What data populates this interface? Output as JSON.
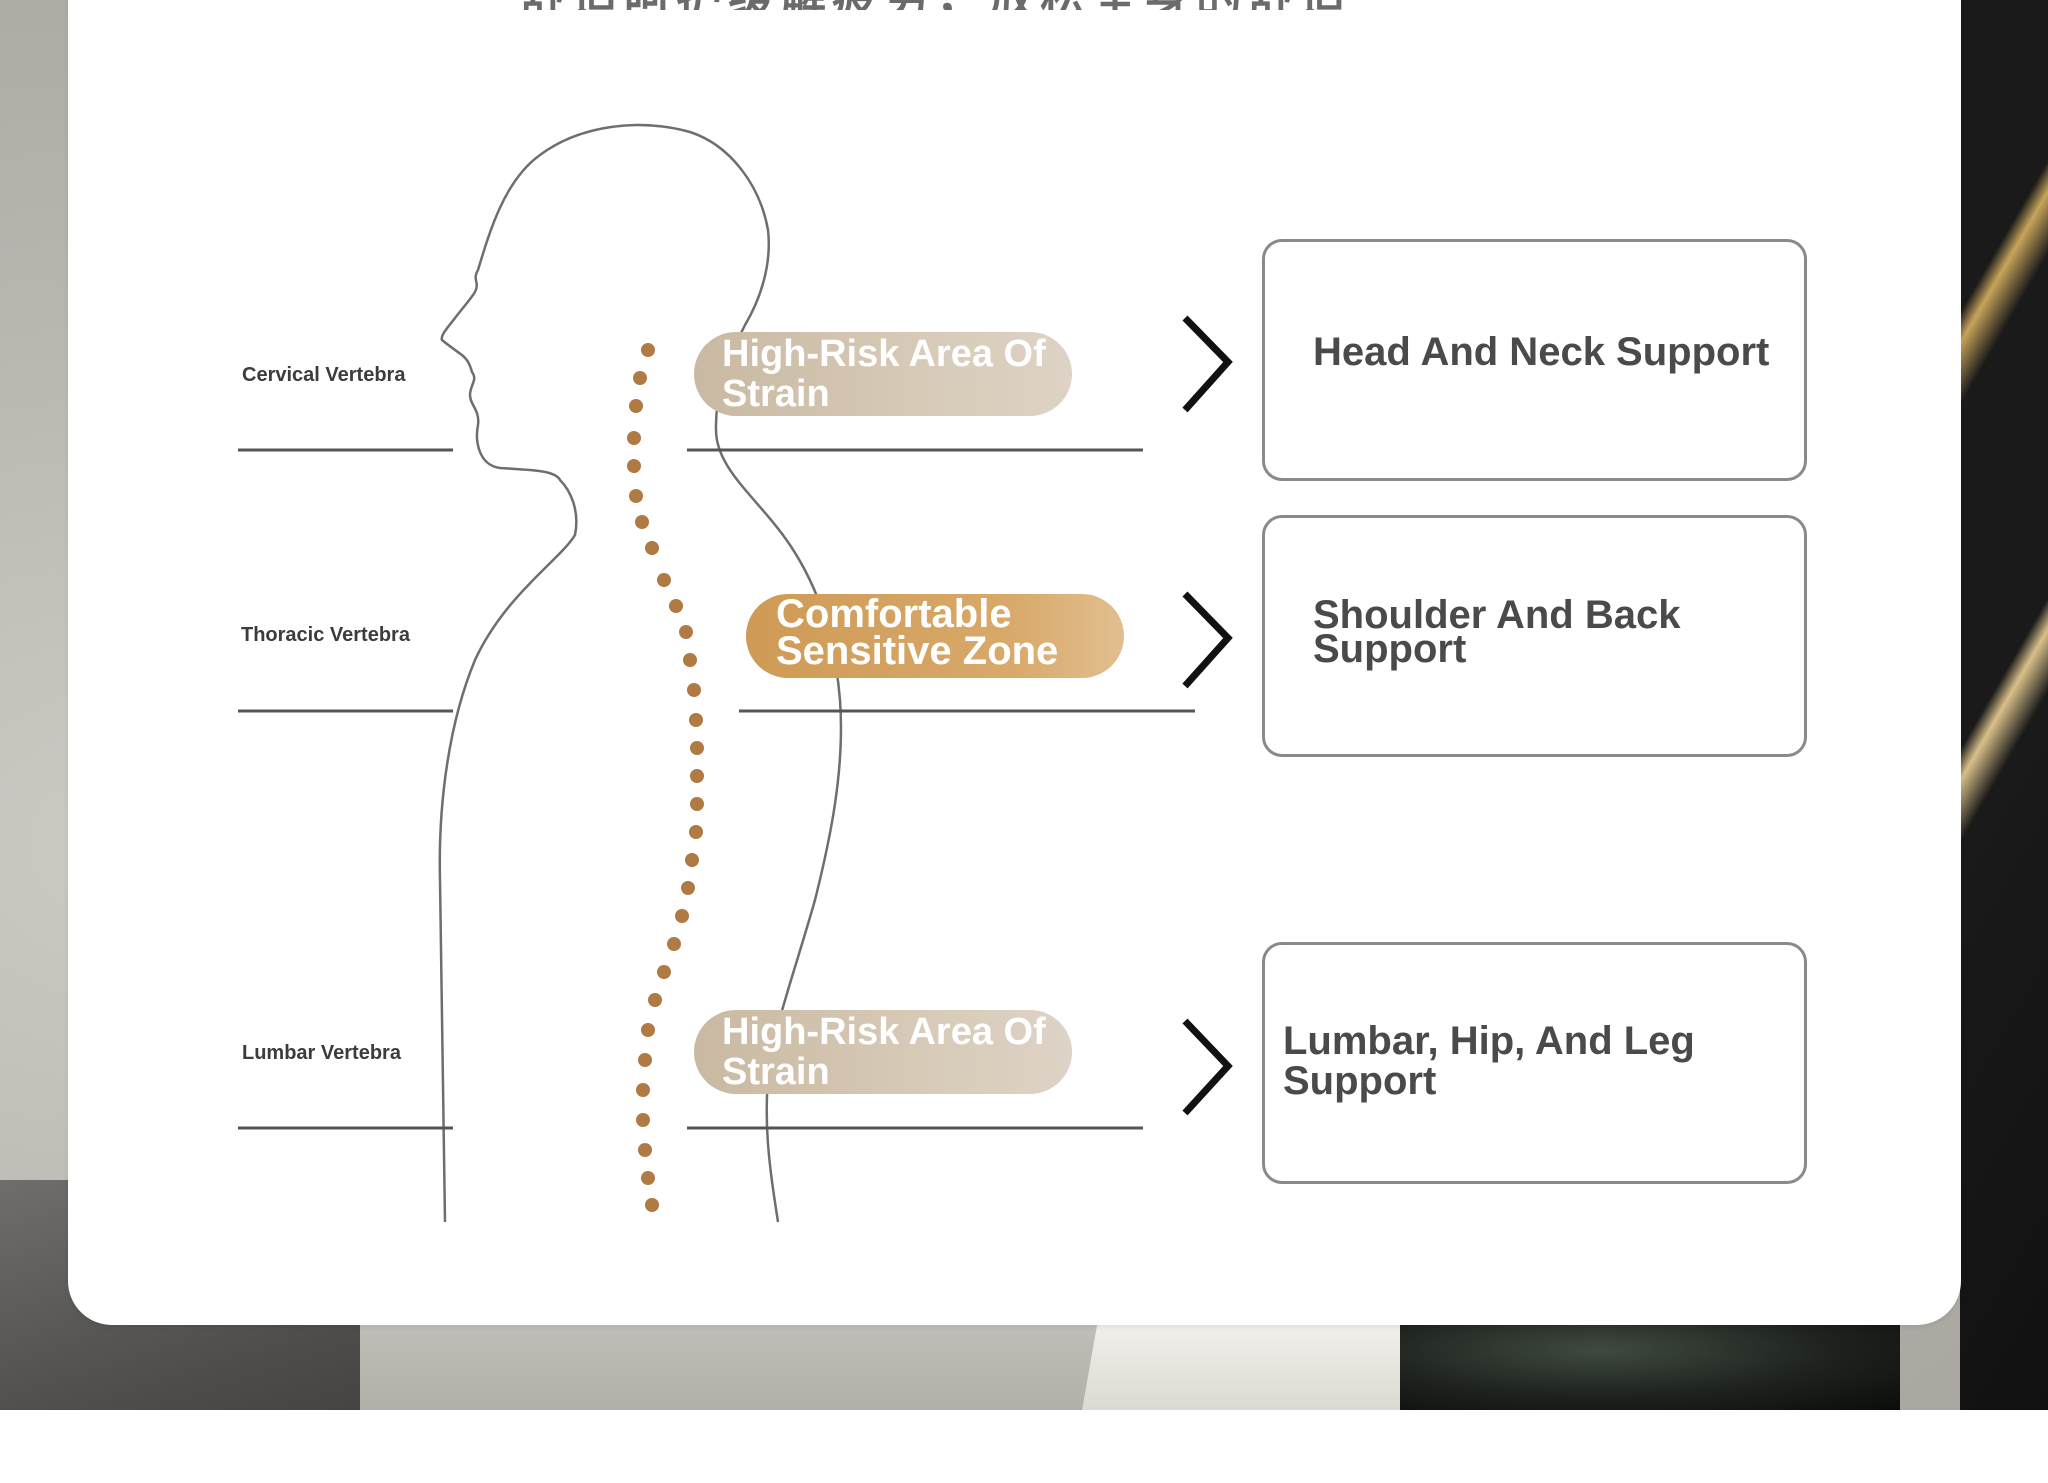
{
  "header": {
    "title": "舒适呵护缓解疲劳，放松全身的舒适"
  },
  "vertebrae": {
    "cervical": "Cervical Vertebra",
    "thoracic": "Thoracic Vertebra",
    "lumbar": "Lumbar Vertebra"
  },
  "zones": {
    "neck_zone": "High-Risk Area Of Strain",
    "back_zone": "Comfortable Sensitive Zone",
    "lumbar_zone": "High-Risk Area Of Strain"
  },
  "supports": {
    "head_neck": "Head And Neck Support",
    "shoulder_back": "Shoulder And Back Support",
    "lumbar_hip_leg": "Lumbar, Hip, And Leg Support"
  },
  "colors": {
    "risk_pill": "#d2c4b0",
    "comfort_pill": "#d49f5e",
    "spine_dot": "#b07a44",
    "outline": "#6e6e6e",
    "arrow": "#111111"
  },
  "icons": {
    "arrow": "chevron-right-icon"
  }
}
